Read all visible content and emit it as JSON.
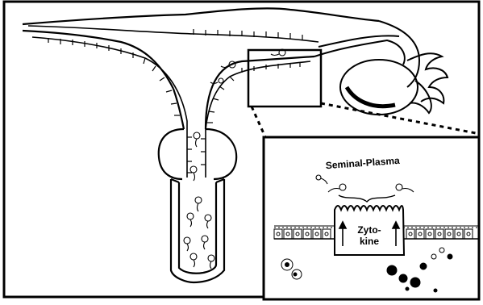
{
  "figure": {
    "labels": {
      "seminal_plasma": "Seminal-Plasma",
      "cytokine_line1": "Zyto-",
      "cytokine_line2": "kine"
    }
  }
}
